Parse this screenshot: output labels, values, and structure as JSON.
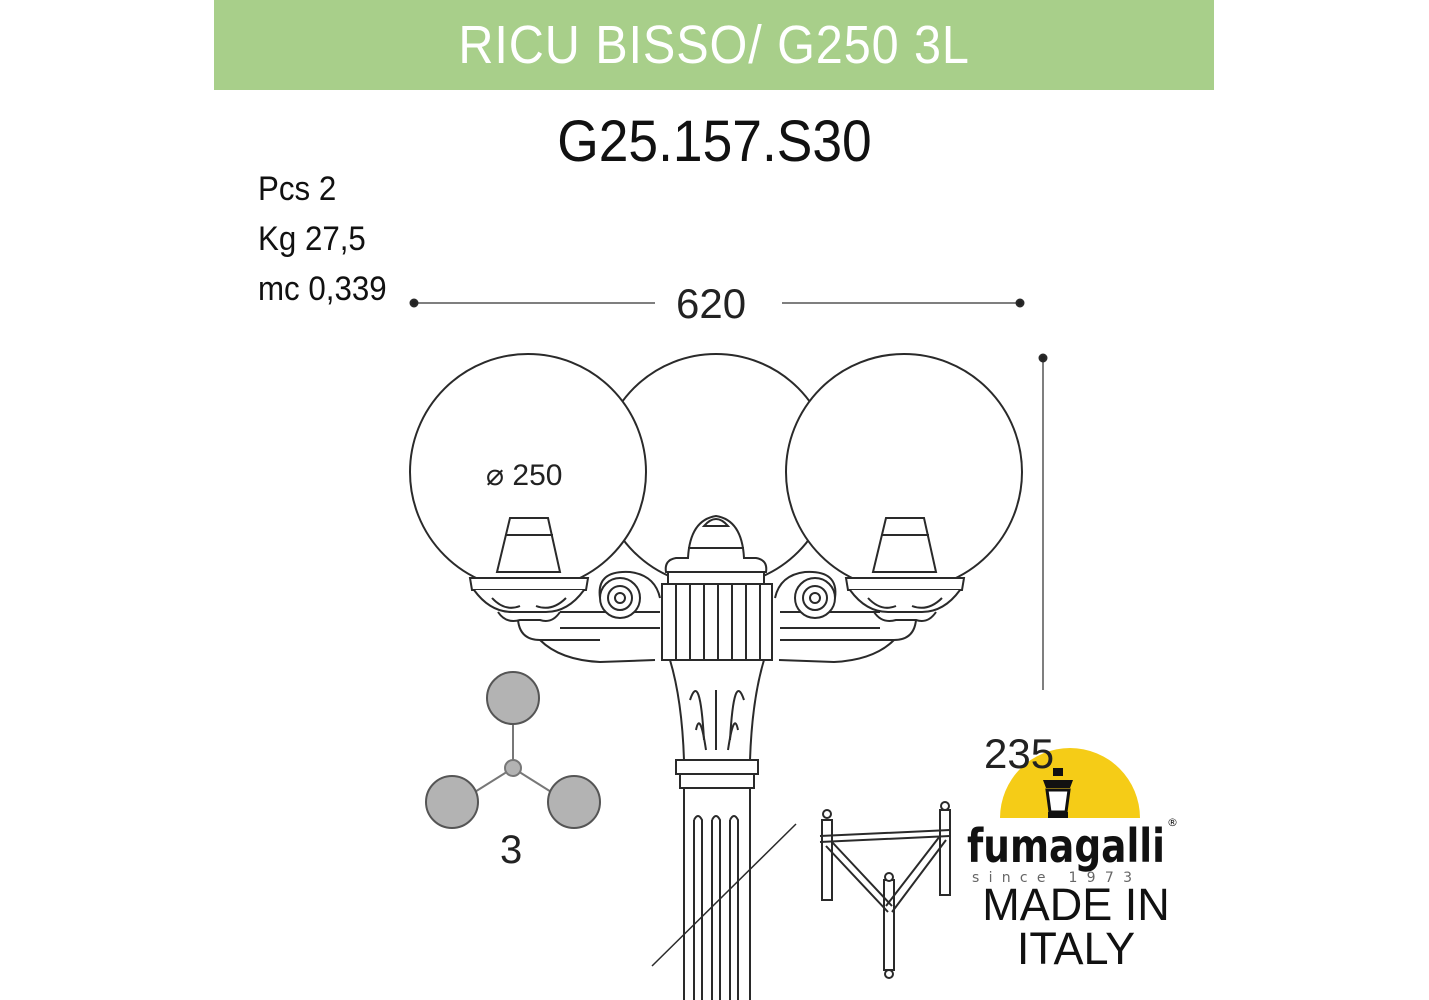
{
  "header": {
    "title": "RICU BISSO/ G250 3L",
    "banner_color": "#a8cf8a"
  },
  "product_code": "G25.157.S30",
  "specs": [
    {
      "label": "Pcs 2"
    },
    {
      "label": "Kg 27,5"
    },
    {
      "label": "mc 0,339"
    }
  ],
  "dimensions": {
    "width": "620",
    "height": "235",
    "globe_diameter": "⌀ 250"
  },
  "layout_diagram": {
    "count": "3",
    "globe_color": "#b3b3b3"
  },
  "brand": {
    "name": "fumagalli",
    "since": "since 1973",
    "made_in": "MADE IN ITALY",
    "logo_color": "#f5cc17"
  }
}
